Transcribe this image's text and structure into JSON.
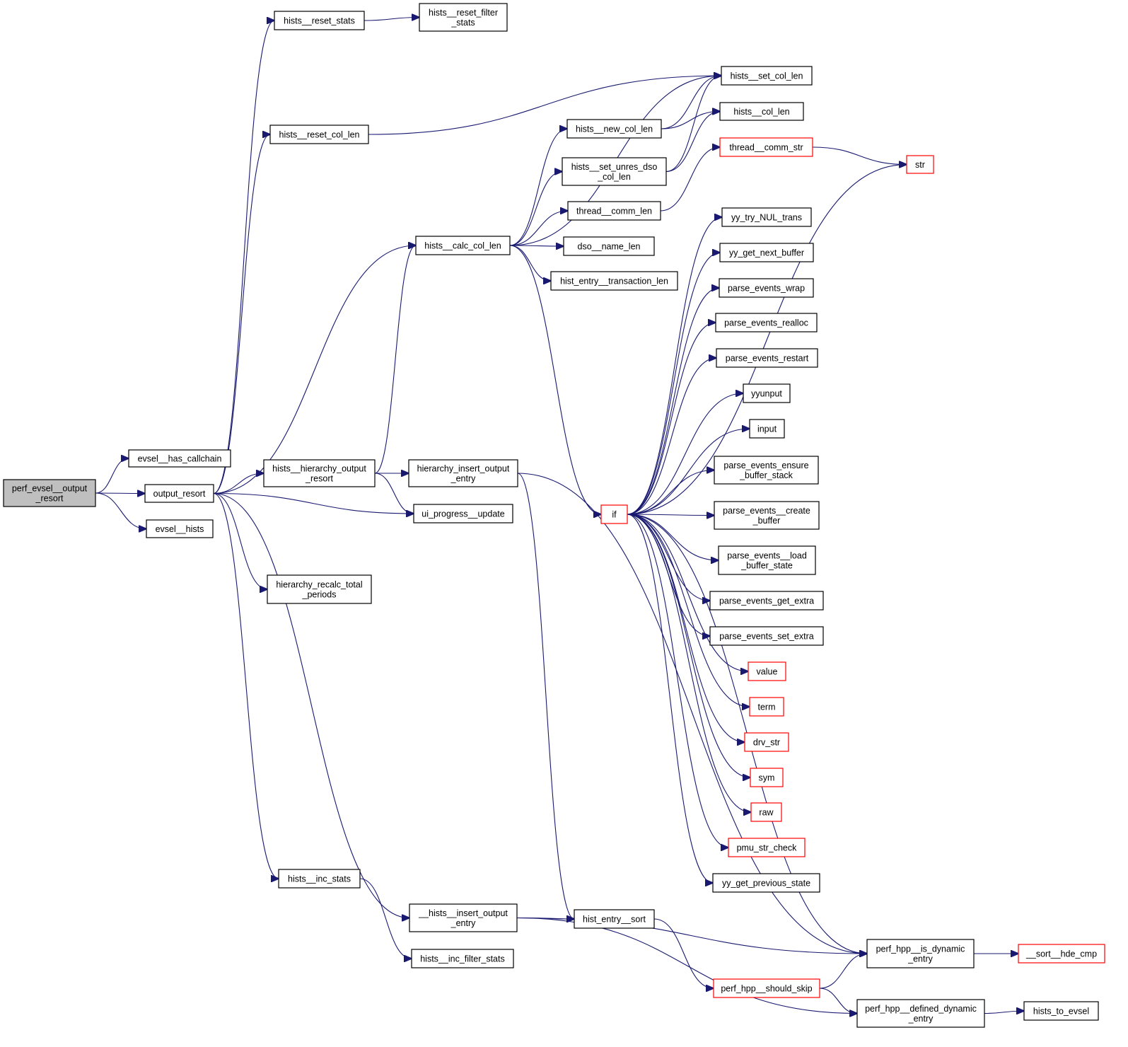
{
  "title": "perf_evsel__output_resort call graph",
  "colors": {
    "edge": "#191970",
    "root_fill": "#bfbfbf",
    "truncated_border": "#ff0000",
    "normal_border": "#000000"
  },
  "nodes": [
    {
      "id": "root",
      "lines": [
        "perf_evsel__output",
        "_resort"
      ],
      "kind": "root"
    },
    {
      "id": "has_callchain",
      "lines": [
        "evsel__has_callchain"
      ],
      "kind": "normal"
    },
    {
      "id": "output_resort",
      "lines": [
        "output_resort"
      ],
      "kind": "normal"
    },
    {
      "id": "evsel_hists",
      "lines": [
        "evsel__hists"
      ],
      "kind": "normal"
    },
    {
      "id": "reset_stats",
      "lines": [
        "hists__reset_stats"
      ],
      "kind": "normal"
    },
    {
      "id": "reset_filter_stats",
      "lines": [
        "hists__reset_filter",
        "_stats"
      ],
      "kind": "normal"
    },
    {
      "id": "reset_col_len",
      "lines": [
        "hists__reset_col_len"
      ],
      "kind": "normal"
    },
    {
      "id": "set_col_len",
      "lines": [
        "hists__set_col_len"
      ],
      "kind": "normal"
    },
    {
      "id": "new_col_len",
      "lines": [
        "hists__new_col_len"
      ],
      "kind": "normal"
    },
    {
      "id": "col_len",
      "lines": [
        "hists__col_len"
      ],
      "kind": "normal"
    },
    {
      "id": "set_unres",
      "lines": [
        "hists__set_unres_dso",
        "_col_len"
      ],
      "kind": "normal"
    },
    {
      "id": "thread_comm_str",
      "lines": [
        "thread__comm_str"
      ],
      "kind": "red"
    },
    {
      "id": "str",
      "lines": [
        "str"
      ],
      "kind": "red"
    },
    {
      "id": "thread_comm_len",
      "lines": [
        "thread__comm_len"
      ],
      "kind": "normal"
    },
    {
      "id": "calc_col_len",
      "lines": [
        "hists__calc_col_len"
      ],
      "kind": "normal"
    },
    {
      "id": "dso_name_len",
      "lines": [
        "dso__name_len"
      ],
      "kind": "normal"
    },
    {
      "id": "transaction_len",
      "lines": [
        "hist_entry__transaction_len"
      ],
      "kind": "normal"
    },
    {
      "id": "if",
      "lines": [
        "if"
      ],
      "kind": "red"
    },
    {
      "id": "yy_try",
      "lines": [
        "yy_try_NUL_trans"
      ],
      "kind": "normal"
    },
    {
      "id": "yy_next",
      "lines": [
        "yy_get_next_buffer"
      ],
      "kind": "normal"
    },
    {
      "id": "pe_wrap",
      "lines": [
        "parse_events_wrap"
      ],
      "kind": "normal"
    },
    {
      "id": "pe_realloc",
      "lines": [
        "parse_events_realloc"
      ],
      "kind": "normal"
    },
    {
      "id": "pe_restart",
      "lines": [
        "parse_events_restart"
      ],
      "kind": "normal"
    },
    {
      "id": "yyunput",
      "lines": [
        "yyunput"
      ],
      "kind": "normal"
    },
    {
      "id": "input",
      "lines": [
        "input"
      ],
      "kind": "normal"
    },
    {
      "id": "pe_ensure",
      "lines": [
        "parse_events_ensure",
        "_buffer_stack"
      ],
      "kind": "normal"
    },
    {
      "id": "pe_create",
      "lines": [
        "parse_events__create",
        "_buffer"
      ],
      "kind": "normal"
    },
    {
      "id": "pe_load",
      "lines": [
        "parse_events__load",
        "_buffer_state"
      ],
      "kind": "normal"
    },
    {
      "id": "pe_get_extra",
      "lines": [
        "parse_events_get_extra"
      ],
      "kind": "normal"
    },
    {
      "id": "pe_set_extra",
      "lines": [
        "parse_events_set_extra"
      ],
      "kind": "normal"
    },
    {
      "id": "value",
      "lines": [
        "value"
      ],
      "kind": "red"
    },
    {
      "id": "term",
      "lines": [
        "term"
      ],
      "kind": "red"
    },
    {
      "id": "drv_str",
      "lines": [
        "drv_str"
      ],
      "kind": "red"
    },
    {
      "id": "sym",
      "lines": [
        "sym"
      ],
      "kind": "red"
    },
    {
      "id": "raw",
      "lines": [
        "raw"
      ],
      "kind": "red"
    },
    {
      "id": "pmu_str_check",
      "lines": [
        "pmu_str_check"
      ],
      "kind": "red"
    },
    {
      "id": "yy_prev",
      "lines": [
        "yy_get_previous_state"
      ],
      "kind": "normal"
    },
    {
      "id": "hier_output_resort",
      "lines": [
        "hists__hierarchy_output",
        "_resort"
      ],
      "kind": "normal"
    },
    {
      "id": "hier_insert",
      "lines": [
        "hierarchy_insert_output",
        "_entry"
      ],
      "kind": "normal"
    },
    {
      "id": "ui_progress",
      "lines": [
        "ui_progress__update"
      ],
      "kind": "normal"
    },
    {
      "id": "hier_recalc",
      "lines": [
        "hierarchy_recalc_total",
        "_periods"
      ],
      "kind": "normal"
    },
    {
      "id": "inc_stats",
      "lines": [
        "hists__inc_stats"
      ],
      "kind": "normal"
    },
    {
      "id": "insert_output_entry",
      "lines": [
        "__hists__insert_output",
        "_entry"
      ],
      "kind": "normal"
    },
    {
      "id": "inc_filter_stats",
      "lines": [
        "hists__inc_filter_stats"
      ],
      "kind": "normal"
    },
    {
      "id": "entry_sort",
      "lines": [
        "hist_entry__sort"
      ],
      "kind": "normal"
    },
    {
      "id": "is_dynamic",
      "lines": [
        "perf_hpp__is_dynamic",
        "_entry"
      ],
      "kind": "normal"
    },
    {
      "id": "sort_hde_cmp",
      "lines": [
        "__sort__hde_cmp"
      ],
      "kind": "red"
    },
    {
      "id": "should_skip",
      "lines": [
        "perf_hpp__should_skip"
      ],
      "kind": "red"
    },
    {
      "id": "defined_dynamic",
      "lines": [
        "perf_hpp__defined_dynamic",
        "_entry"
      ],
      "kind": "normal"
    },
    {
      "id": "hists_to_evsel",
      "lines": [
        "hists_to_evsel"
      ],
      "kind": "normal"
    }
  ],
  "edges": [
    [
      "root",
      "has_callchain"
    ],
    [
      "root",
      "output_resort"
    ],
    [
      "root",
      "evsel_hists"
    ],
    [
      "output_resort",
      "reset_stats"
    ],
    [
      "output_resort",
      "reset_col_len"
    ],
    [
      "output_resort",
      "calc_col_len"
    ],
    [
      "output_resort",
      "hier_output_resort"
    ],
    [
      "output_resort",
      "ui_progress"
    ],
    [
      "output_resort",
      "hier_recalc"
    ],
    [
      "output_resort",
      "inc_stats"
    ],
    [
      "output_resort",
      "insert_output_entry"
    ],
    [
      "reset_stats",
      "reset_filter_stats"
    ],
    [
      "reset_col_len",
      "set_col_len"
    ],
    [
      "calc_col_len",
      "set_col_len"
    ],
    [
      "calc_col_len",
      "new_col_len"
    ],
    [
      "calc_col_len",
      "set_unres"
    ],
    [
      "calc_col_len",
      "thread_comm_len"
    ],
    [
      "calc_col_len",
      "dso_name_len"
    ],
    [
      "calc_col_len",
      "transaction_len"
    ],
    [
      "calc_col_len",
      "if"
    ],
    [
      "new_col_len",
      "set_col_len"
    ],
    [
      "new_col_len",
      "col_len"
    ],
    [
      "set_unres",
      "set_col_len"
    ],
    [
      "set_unres",
      "col_len"
    ],
    [
      "thread_comm_len",
      "thread_comm_str"
    ],
    [
      "thread_comm_str",
      "str"
    ],
    [
      "if",
      "str"
    ],
    [
      "if",
      "yy_try"
    ],
    [
      "if",
      "yy_next"
    ],
    [
      "if",
      "pe_wrap"
    ],
    [
      "if",
      "pe_realloc"
    ],
    [
      "if",
      "pe_restart"
    ],
    [
      "if",
      "yyunput"
    ],
    [
      "if",
      "input"
    ],
    [
      "if",
      "pe_ensure"
    ],
    [
      "if",
      "pe_create"
    ],
    [
      "if",
      "pe_load"
    ],
    [
      "if",
      "pe_get_extra"
    ],
    [
      "if",
      "pe_set_extra"
    ],
    [
      "if",
      "value"
    ],
    [
      "if",
      "term"
    ],
    [
      "if",
      "drv_str"
    ],
    [
      "if",
      "sym"
    ],
    [
      "if",
      "raw"
    ],
    [
      "if",
      "pmu_str_check"
    ],
    [
      "if",
      "yy_prev"
    ],
    [
      "if",
      "is_dynamic"
    ],
    [
      "hier_output_resort",
      "calc_col_len"
    ],
    [
      "hier_output_resort",
      "hier_insert"
    ],
    [
      "hier_output_resort",
      "ui_progress"
    ],
    [
      "hier_insert",
      "entry_sort"
    ],
    [
      "hier_insert",
      "is_dynamic"
    ],
    [
      "inc_stats",
      "inc_filter_stats"
    ],
    [
      "insert_output_entry",
      "entry_sort"
    ],
    [
      "insert_output_entry",
      "is_dynamic"
    ],
    [
      "insert_output_entry",
      "defined_dynamic"
    ],
    [
      "entry_sort",
      "should_skip"
    ],
    [
      "should_skip",
      "is_dynamic"
    ],
    [
      "should_skip",
      "defined_dynamic"
    ],
    [
      "is_dynamic",
      "sort_hde_cmp"
    ],
    [
      "defined_dynamic",
      "hists_to_evsel"
    ]
  ]
}
